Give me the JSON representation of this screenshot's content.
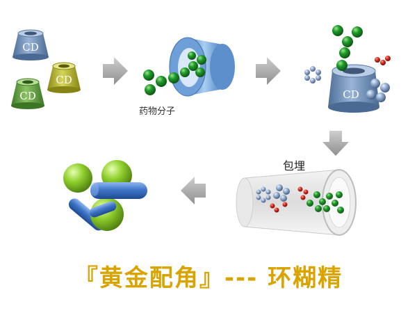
{
  "diagram": {
    "cd_label": "CD",
    "drug_molecule_label": "药物分子",
    "inclusion_label": "包埋",
    "caption": "『黄金配角』--- 环糊精"
  },
  "colors": {
    "cd_blue": "#6f8fb8",
    "cd_yellow": "#b5b52c",
    "cd_green": "#5e9a3e",
    "molecule_green": "#1f8a2a",
    "molecule_red": "#c8261e",
    "arrow_gray": "#a8a8a8",
    "caption_gold": "#d9a400",
    "rod_blue": "#3f76c8",
    "sphere_lime": "#8fcf2c"
  }
}
